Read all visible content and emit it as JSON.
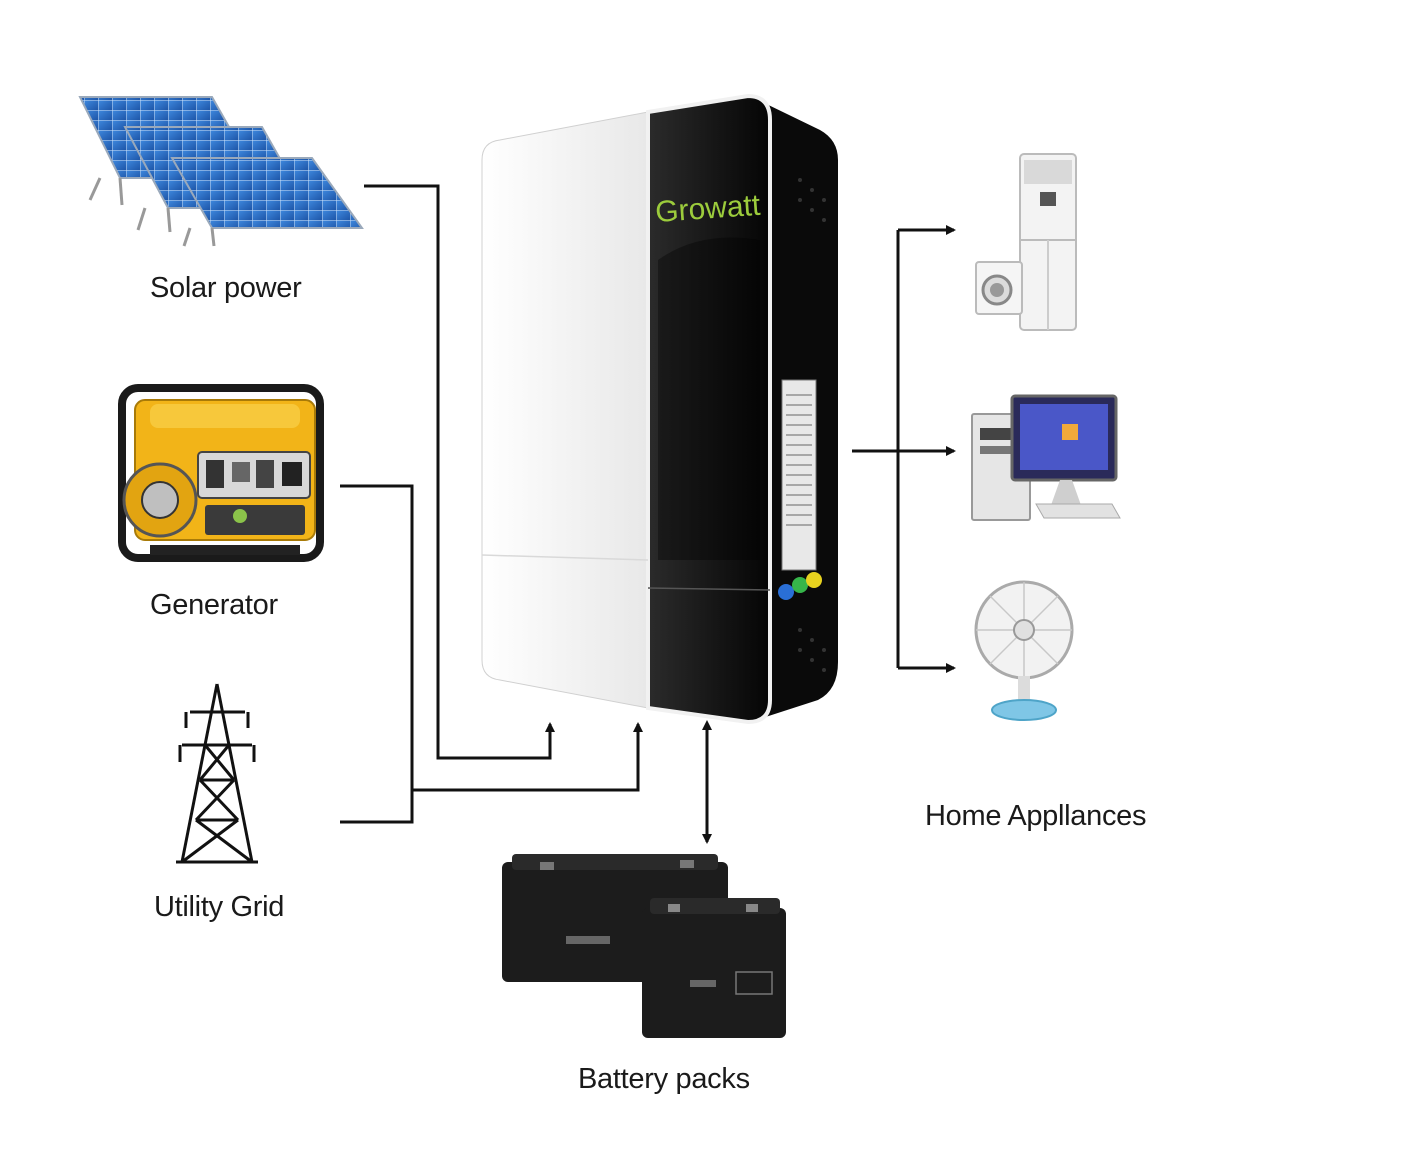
{
  "sources": {
    "solar": {
      "label": "Solar power"
    },
    "generator": {
      "label": "Generator"
    },
    "grid": {
      "label": "Utility Grid"
    }
  },
  "inverter": {
    "brand": "Growatt",
    "side_panel_color": "#0d0d0d",
    "front_color": "#f4f4f4"
  },
  "outputs": {
    "label": "Home Appllances"
  },
  "storage": {
    "label": "Battery packs"
  },
  "colors": {
    "line": "#111111",
    "solar_panel": "#2f6fc9",
    "generator_body": "#f2b418",
    "battery": "#1c1c1c"
  },
  "icons": [
    "solar-panel-icon",
    "generator-icon",
    "transmission-tower-icon",
    "inverter-icon",
    "air-conditioner-icon",
    "washing-machine-icon",
    "computer-icon",
    "fan-icon",
    "battery-icon"
  ]
}
